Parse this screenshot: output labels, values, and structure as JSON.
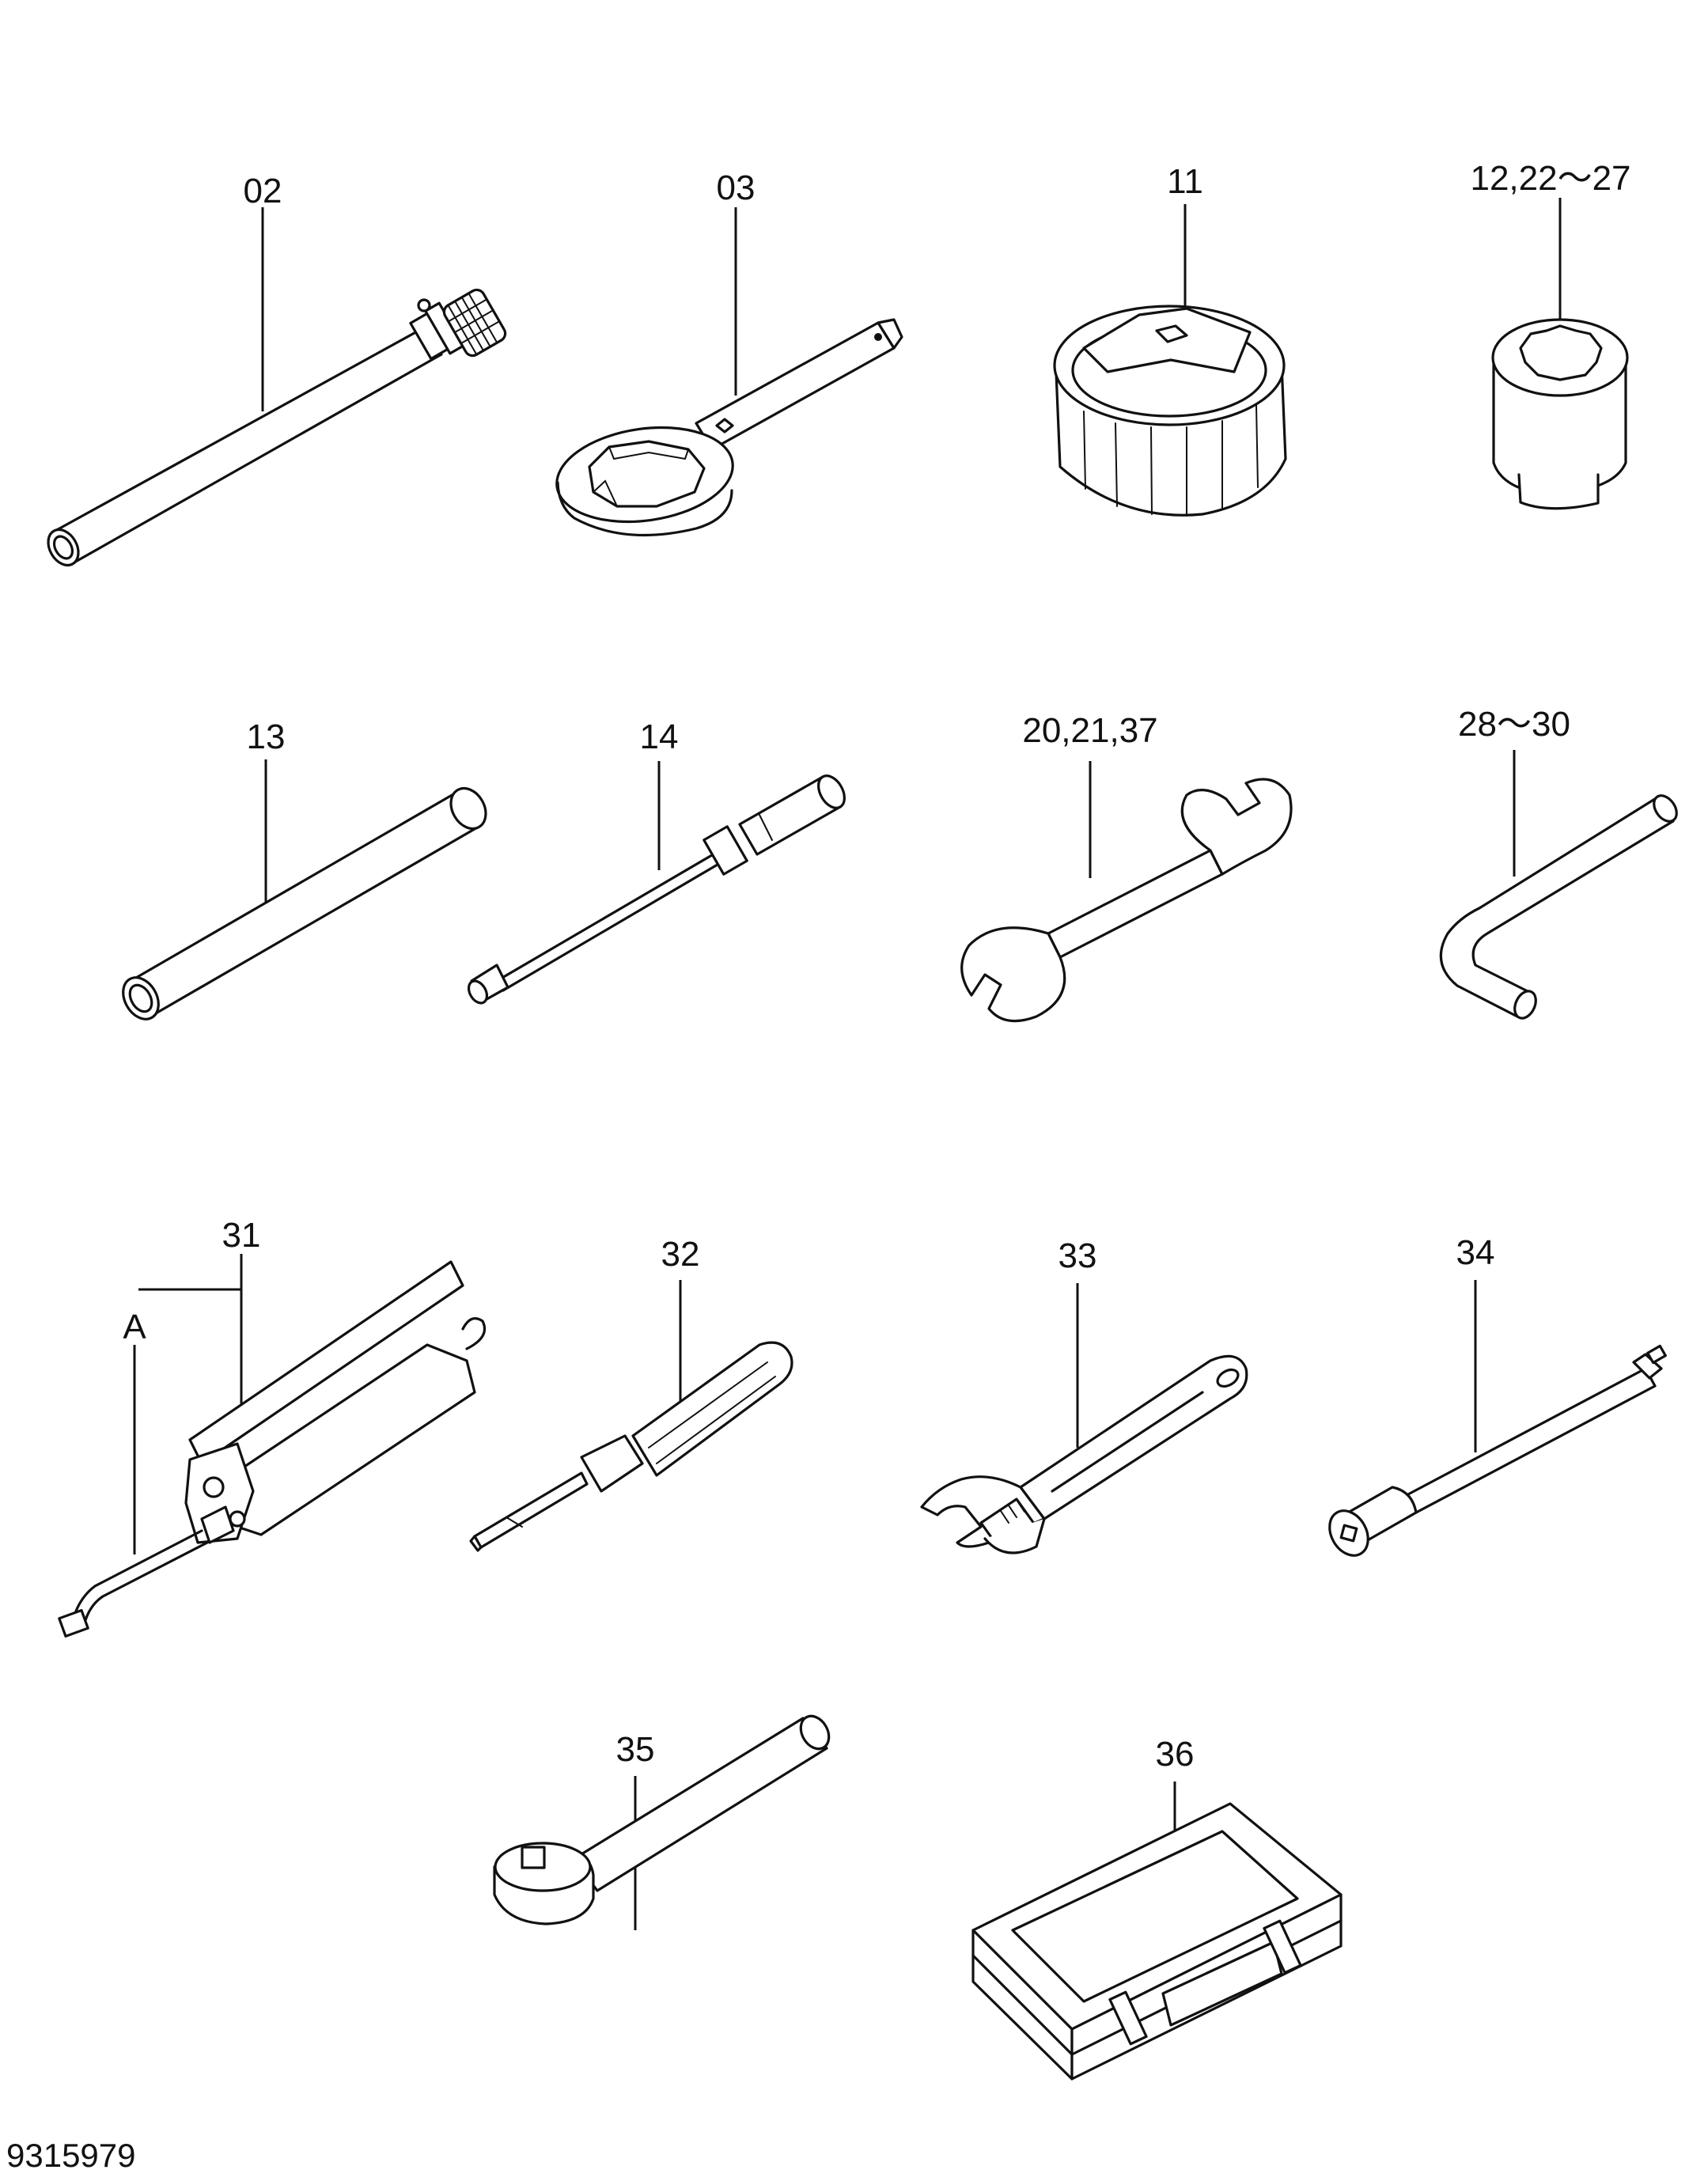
{
  "parts": [
    {
      "key": "p02",
      "label": "02",
      "icon": "extension-bar-with-knurled-knob"
    },
    {
      "key": "p03",
      "label": "03",
      "icon": "ring-spanner-with-lever"
    },
    {
      "key": "p11",
      "label": "11",
      "icon": "oil-filter-cup-wrench"
    },
    {
      "key": "p12",
      "label": "12,22～27",
      "icon": "twelve-point-socket"
    },
    {
      "key": "p13",
      "label": "13",
      "icon": "pipe-bar"
    },
    {
      "key": "p14",
      "label": "14",
      "icon": "socket-driver"
    },
    {
      "key": "p20",
      "label": "20,21,37",
      "icon": "double-open-end-wrench"
    },
    {
      "key": "p28",
      "label": "28～30",
      "icon": "hex-key"
    },
    {
      "key": "p31",
      "label": "31",
      "icon": "grease-gun"
    },
    {
      "key": "p31a",
      "label": "A",
      "icon": "grease-gun-nozzle"
    },
    {
      "key": "p32",
      "label": "32",
      "icon": "screwdriver"
    },
    {
      "key": "p33",
      "label": "33",
      "icon": "adjustable-wrench"
    },
    {
      "key": "p34",
      "label": "34",
      "icon": "socket-extension"
    },
    {
      "key": "p35",
      "label": "35",
      "icon": "ratchet-handle"
    },
    {
      "key": "p36",
      "label": "36",
      "icon": "tool-case"
    }
  ],
  "footer": {
    "document_number": "9315979"
  }
}
